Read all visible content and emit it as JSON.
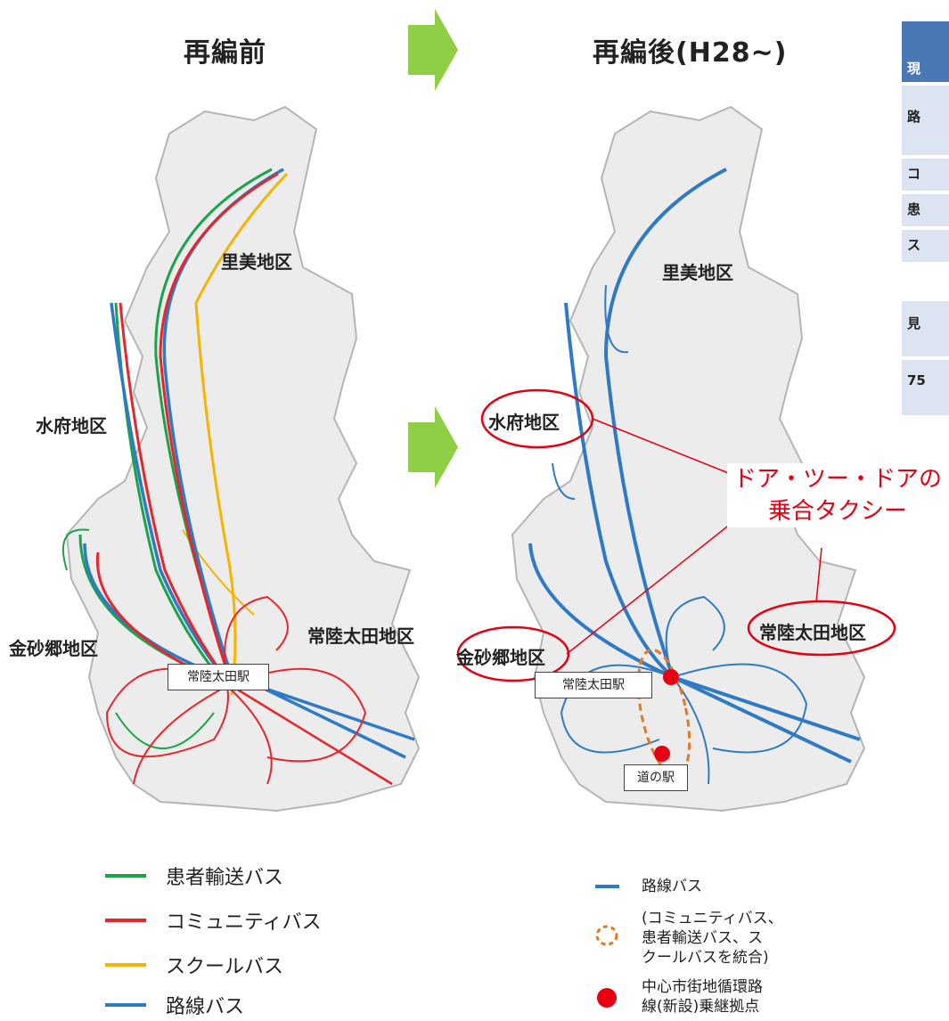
{
  "titles": {
    "before": "再編前",
    "after": "再編後(H28~)"
  },
  "districts": {
    "satomi": "里美地区",
    "mizufu": "水府地区",
    "kanasago": "金砂郷地区",
    "hitachiota": "常陸太田地区"
  },
  "stations": {
    "hitachiota_station": "常陸太田駅",
    "michinoeki": "道の駅"
  },
  "callout": {
    "line1": "ドア・ツー・ドアの",
    "line2": "乗合タクシー"
  },
  "legend_before": [
    {
      "label": "患者輸送バス",
      "color": "#1aa34a"
    },
    {
      "label": "コミュニティバス",
      "color": "#e8252a"
    },
    {
      "label": "スクールバス",
      "color": "#f6b400"
    },
    {
      "label": "路線バス",
      "color": "#2f7ac4"
    }
  ],
  "legend_after": {
    "route_bus": "路線バス",
    "integrated_1": "(コミュニティバス、",
    "integrated_2": "患者輸送バス、ス",
    "integrated_3": "クールバスを統合)",
    "hub_1": "中心市街地循環路",
    "hub_2": "線(新設)乗継拠点"
  },
  "side_table": [
    "現",
    "路",
    "コ",
    "患",
    "ス",
    "見",
    "75"
  ],
  "colors": {
    "route_bus": "#2f7ac4",
    "community": "#e8252a",
    "patient": "#1aa34a",
    "school": "#f6b400",
    "highlight": "#e60012",
    "arrow": "#8fcf45",
    "map_fill": "#ececec"
  }
}
